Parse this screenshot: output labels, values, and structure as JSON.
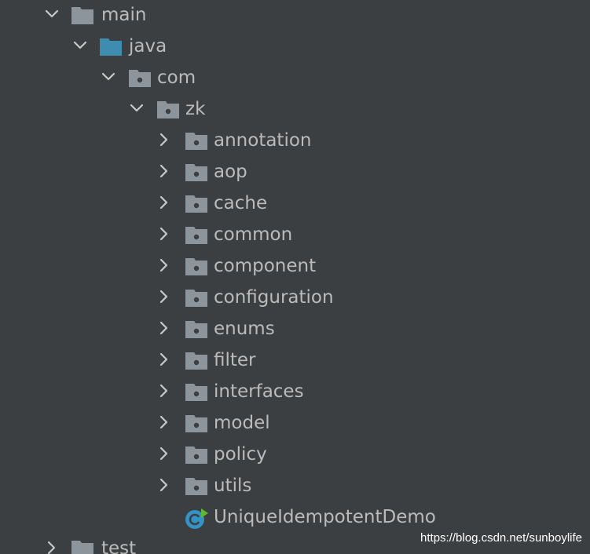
{
  "tree": {
    "main": {
      "label": "main",
      "icon": "folder-icon",
      "expanded": true
    },
    "java": {
      "label": "java",
      "icon": "source-folder-icon",
      "expanded": true
    },
    "com": {
      "label": "com",
      "icon": "package-icon",
      "expanded": true
    },
    "zk": {
      "label": "zk",
      "icon": "package-icon",
      "expanded": true
    },
    "packages": [
      {
        "label": "annotation"
      },
      {
        "label": "aop"
      },
      {
        "label": "cache"
      },
      {
        "label": "common"
      },
      {
        "label": "component"
      },
      {
        "label": "configuration"
      },
      {
        "label": "enums"
      },
      {
        "label": "filter"
      },
      {
        "label": "interfaces"
      },
      {
        "label": "model"
      },
      {
        "label": "policy"
      },
      {
        "label": "utils"
      }
    ],
    "class_file": {
      "label": "UniqueIdempotentDemo",
      "icon": "spring-boot-class-icon"
    },
    "test": {
      "label": "test",
      "icon": "folder-icon",
      "expanded": false
    }
  },
  "watermark": "https://blog.csdn.net/sunboylife",
  "colors": {
    "background": "#3c3f41",
    "text": "#bbbbbb",
    "folder": "#8c959c",
    "source_folder": "#3e8cb0",
    "class_ring": "#3592c4",
    "run_arrow": "#5fb832"
  }
}
